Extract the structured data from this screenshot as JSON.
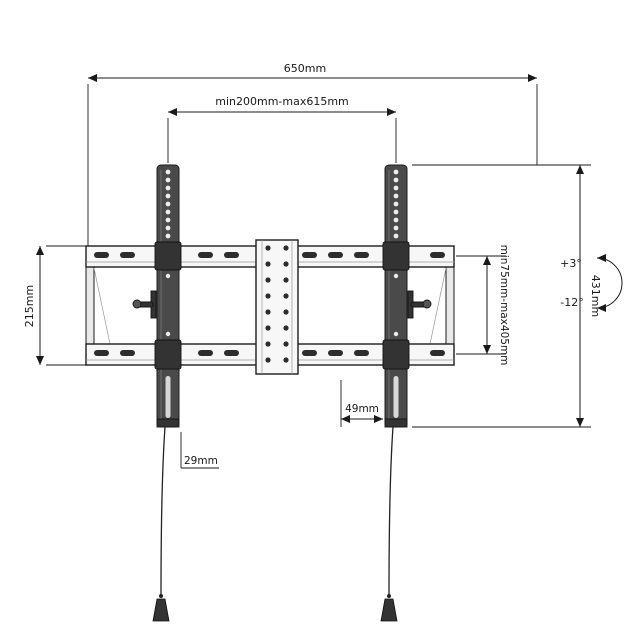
{
  "diagram": {
    "labels": {
      "overall_width": "650mm",
      "width_range": "min200mm-max615mm",
      "plate_height": "215mm",
      "bracket_height": "431mm",
      "height_range": "min75mm-max405mm",
      "bottom_offset": "49mm",
      "profile_depth": "29mm",
      "tilt_up": "+3°",
      "tilt_down": "-12°"
    },
    "colors": {
      "background": "#ffffff",
      "ink": "#1a1a1a",
      "metal": "#4a4a4a",
      "metal_dark": "#333333",
      "plate": "#f7f7f7",
      "slot": "#2d2d2d"
    }
  }
}
